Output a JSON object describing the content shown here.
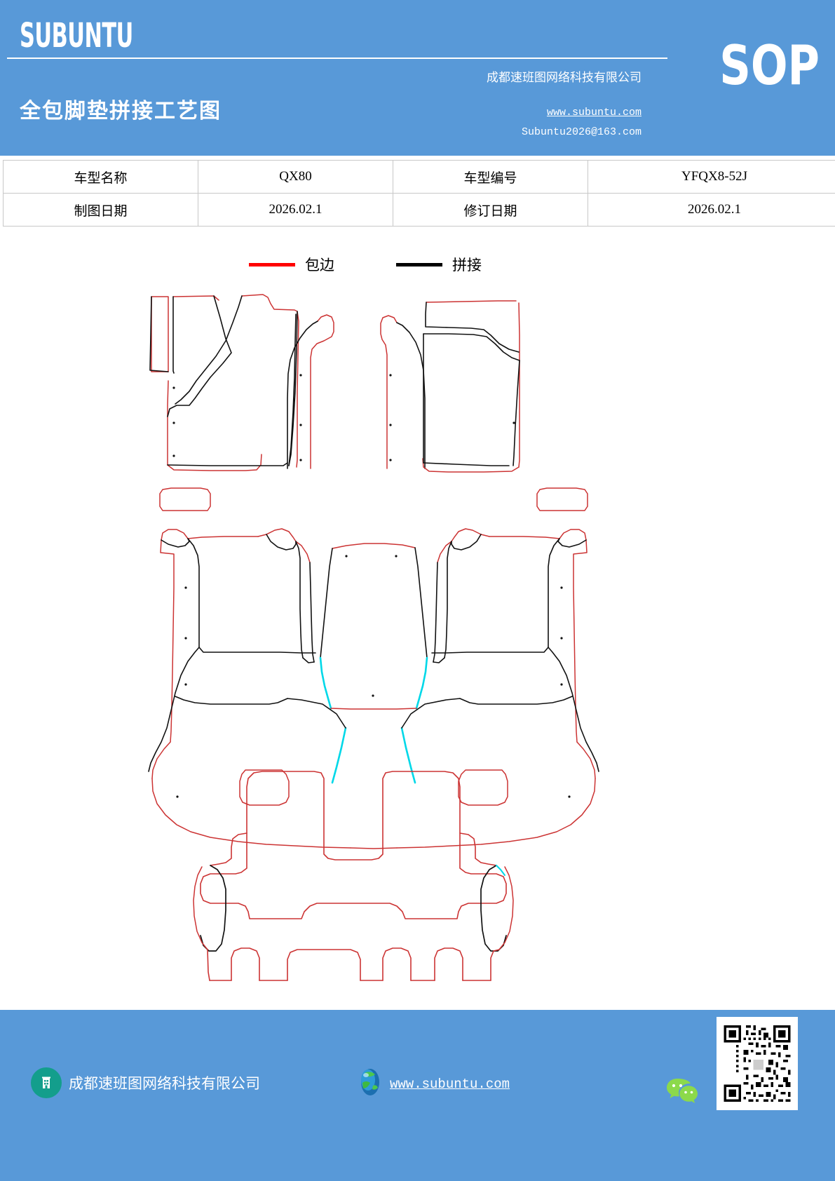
{
  "header": {
    "brand": "SUBUNTU",
    "doc_title": "全包脚垫拼接工艺图",
    "company_cn": "成都速班图网络科技有限公司",
    "website": "www.subuntu.com",
    "email": "Subuntu2026@163.com",
    "sop_label": "SOP",
    "bg_color": "#5899D8"
  },
  "info_table": {
    "rows": [
      {
        "label1": "车型名称",
        "value1": "QX80",
        "label2": "车型编号",
        "value2": "YFQX8-52J"
      },
      {
        "label1": "制图日期",
        "value1": "2026.02.1",
        "label2": "修订日期",
        "value2": "2026.02.1"
      }
    ]
  },
  "legend": {
    "items": [
      {
        "label": "包边",
        "color": "#FF0000",
        "meaning": "edge-binding"
      },
      {
        "label": "拼接",
        "color": "#000000",
        "meaning": "splicing-seam"
      }
    ]
  },
  "drawing": {
    "colors": {
      "binding": "#CC3333",
      "seam": "#111111",
      "accent": "#00D8E8"
    },
    "rows": [
      {
        "name": "front-row-mats",
        "pieces": [
          "driver-side-mat",
          "passenger-side-mat"
        ]
      },
      {
        "name": "second-row-mat",
        "pieces": [
          "second-row-assembly"
        ]
      },
      {
        "name": "third-row-mat",
        "pieces": [
          "third-row-assembly"
        ]
      }
    ]
  },
  "footer": {
    "company_name": "成都速班图网络科技有限公司",
    "website": "www.subuntu.com",
    "bg_color": "#5899D8"
  }
}
